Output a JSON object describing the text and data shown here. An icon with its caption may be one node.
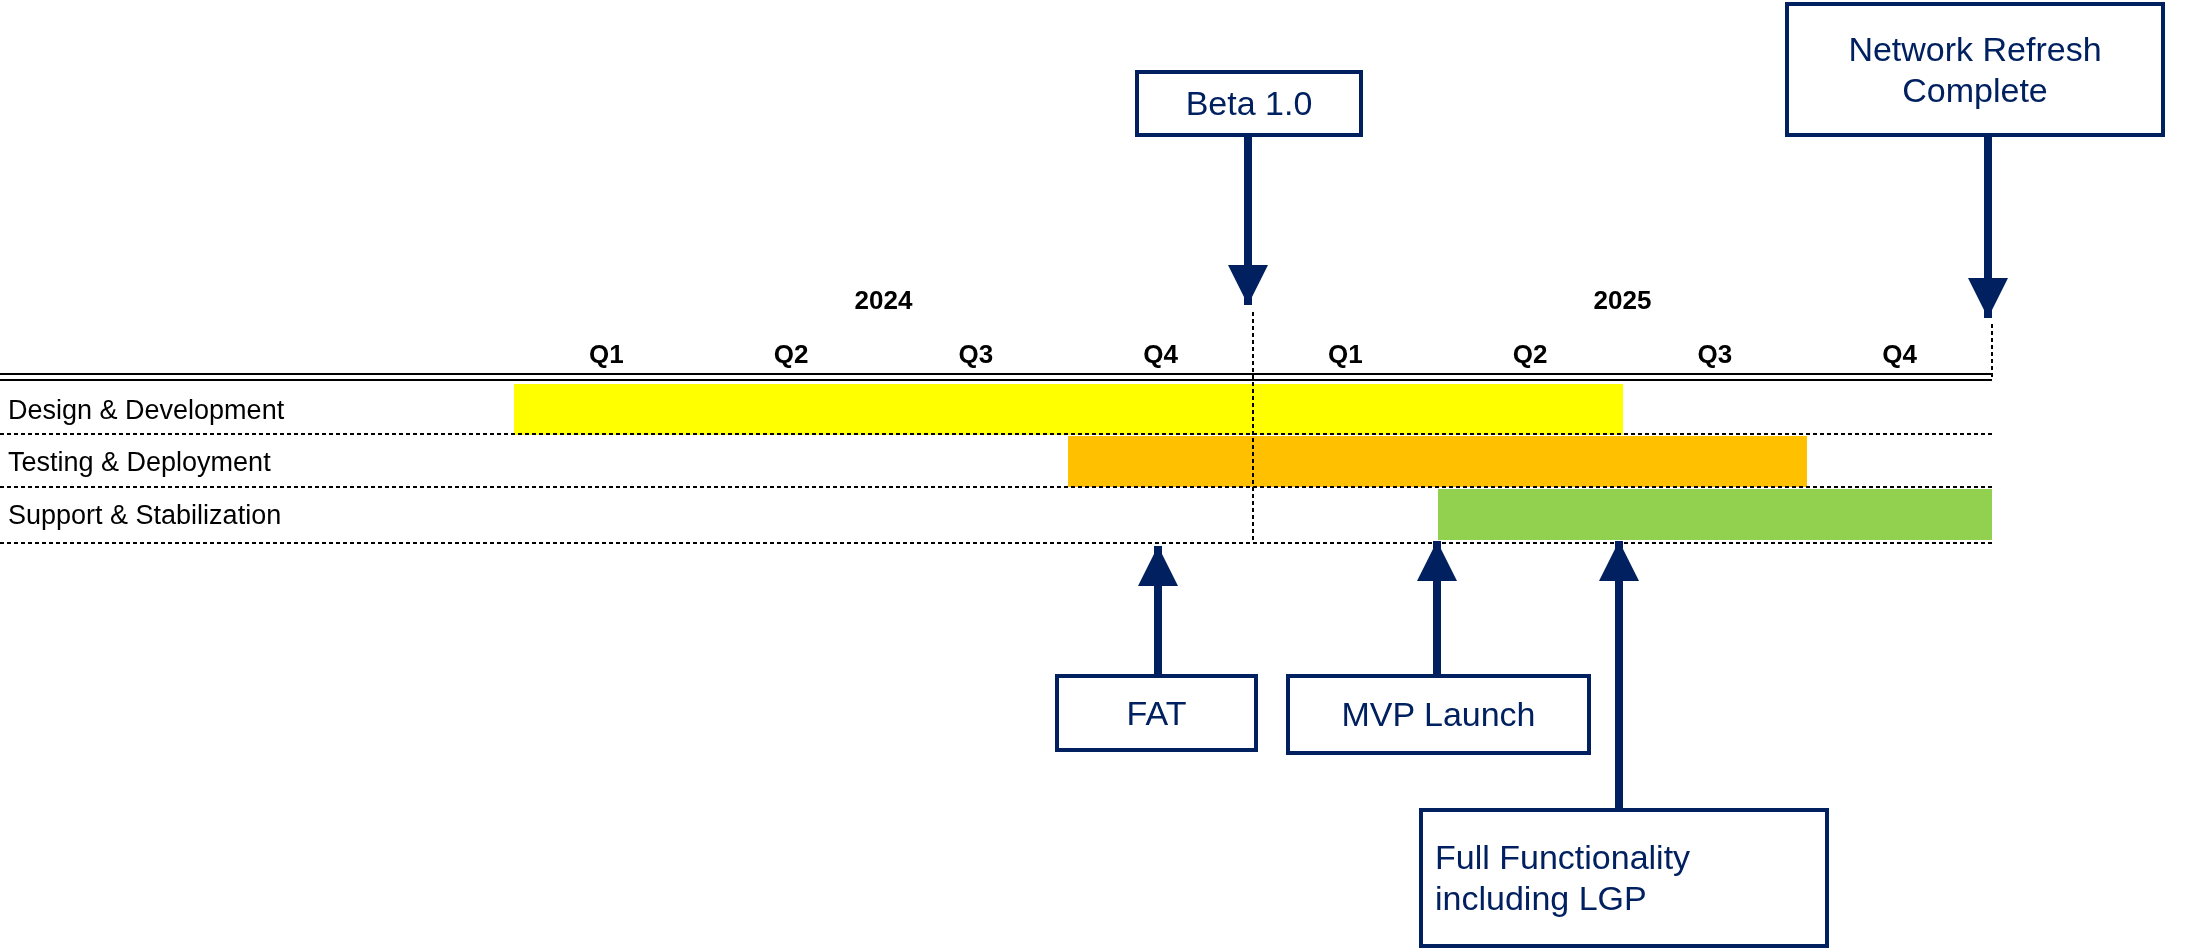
{
  "diagram": {
    "nodes": [
      {
        "text": [
          "Beta 1.0"
        ]
      },
      {
        "text": [
          "Network Refresh Complete"
        ]
      },
      {
        "text": [
          "FAT"
        ]
      },
      {
        "text": [
          "MVP Launch"
        ]
      },
      {
        "text": [
          "Full Functionality including LGP"
        ]
      },
      {
        "text": [],
        "shape": "bar"
      },
      {
        "text": [],
        "shape": "bar"
      },
      {
        "text": [],
        "shape": "bar"
      }
    ],
    "edges": [
      {
        "from": 0,
        "to": null,
        "arrow": "to"
      },
      {
        "from": 1,
        "to": null,
        "arrow": "to"
      },
      {
        "from": 2,
        "to": 6,
        "arrow": "to"
      },
      {
        "from": 3,
        "to": 7,
        "arrow": "to"
      },
      {
        "from": 4,
        "to": 7,
        "arrow": "to"
      }
    ],
    "labels": [
      "2024",
      "2025",
      "Q1",
      "Q2",
      "Q3",
      "Q4",
      "Q1",
      "Q2",
      "Q3",
      "Q4",
      "Design & Development",
      "Testing & Deployment",
      "Support & Stabilization"
    ]
  }
}
